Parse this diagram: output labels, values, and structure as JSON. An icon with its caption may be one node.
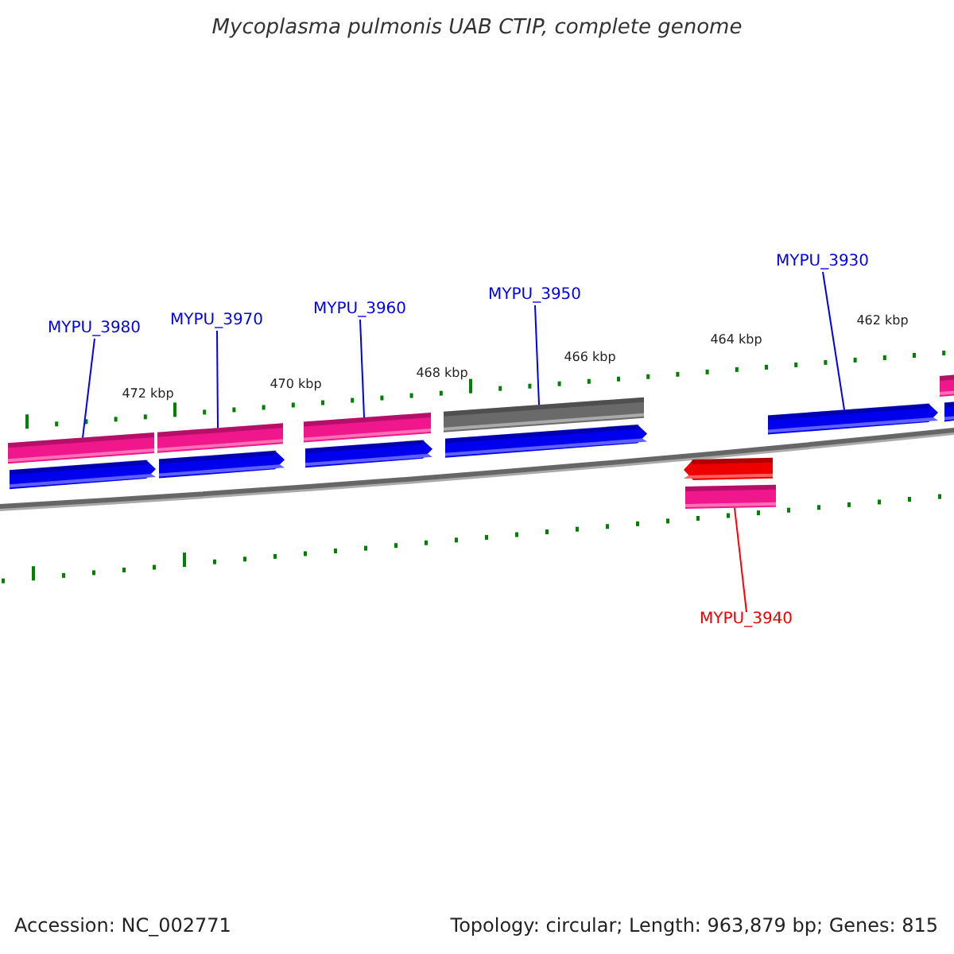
{
  "diagram": {
    "title": "Mycoplasma pulmonis UAB CTIP, complete genome",
    "nodes": [
      {
        "text": [
          "MYPU_3980"
        ]
      },
      {
        "text": [
          "MYPU_3970"
        ]
      },
      {
        "text": [
          "MYPU_3960"
        ]
      },
      {
        "text": [
          "MYPU_3950"
        ]
      },
      {
        "text": [
          "MYPU_3930"
        ]
      },
      {
        "text": [
          "MYPU_3940"
        ]
      },
      {
        "text": [],
        "shape": "bar"
      },
      {
        "text": [],
        "shape": "bar"
      },
      {
        "text": [],
        "shape": "bar"
      },
      {
        "text": [],
        "shape": "bar"
      },
      {
        "text": [],
        "shape": "bar"
      },
      {
        "text": [],
        "shape": "arrow"
      }
    ],
    "edges": [
      {
        "from": 0,
        "to": 6,
        "arrow": "none"
      },
      {
        "from": 1,
        "to": 7,
        "arrow": "none"
      },
      {
        "from": 2,
        "to": 8,
        "arrow": "none"
      },
      {
        "from": 3,
        "to": 9,
        "arrow": "none"
      },
      {
        "from": 4,
        "to": 11,
        "arrow": "none"
      },
      {
        "from": 5,
        "to": 10,
        "arrow": "none",
        "color": "#ff0000"
      }
    ],
    "labels": [
      "472 kbp",
      "470 kbp",
      "468 kbp",
      "466 kbp",
      "464 kbp",
      "462 kbp",
      "Accession: NC_002771",
      "Topology: circular; Length: 963,879 bp; Genes: 815"
    ]
  }
}
